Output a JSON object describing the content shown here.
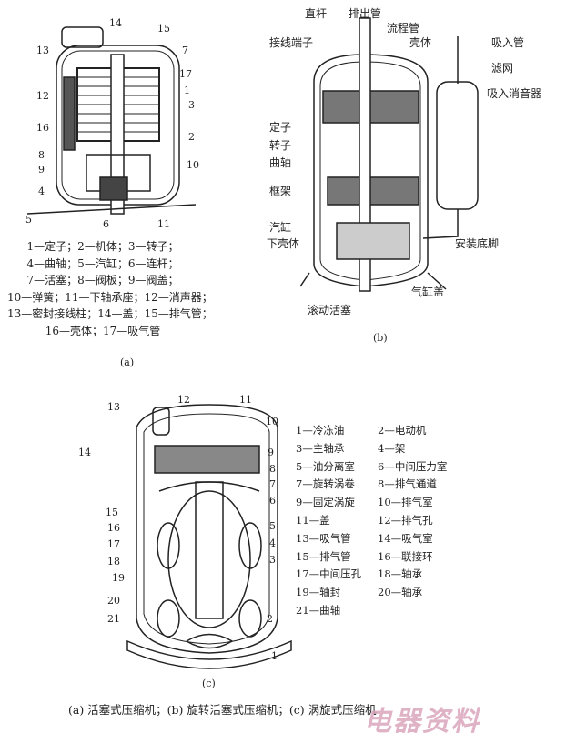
{
  "figure_a": {
    "numbers": [
      "14",
      "13",
      "15",
      "7",
      "17",
      "1",
      "3",
      "12",
      "16",
      "2",
      "8",
      "9",
      "10",
      "4",
      "5",
      "6",
      "11"
    ],
    "legend": [
      "1—定子；2—机体；3—转子；",
      "4—曲轴；5—汽缸；6—连杆；",
      "7—活塞；8—阀板；9—阀盖；",
      "10—弹簧；11—下轴承座；12—消声器；",
      "13—密封接线柱；14—盖；15—排气管；",
      "16—壳体；17—吸气管"
    ],
    "caption": "(a)"
  },
  "figure_b": {
    "labels": [
      "直杆",
      "排出管",
      "流程管",
      "接线端子",
      "壳体",
      "吸入管",
      "滤网",
      "吸入消音器",
      "定子",
      "转子",
      "曲轴",
      "框架",
      "汽缸",
      "下壳体",
      "安装底脚",
      "气缸盖",
      "滚动活塞"
    ],
    "caption": "(b)"
  },
  "figure_c": {
    "numbers": [
      "13",
      "12",
      "11",
      "10",
      "14",
      "9",
      "8",
      "7",
      "6",
      "15",
      "16",
      "17",
      "18",
      "5",
      "4",
      "3",
      "19",
      "20",
      "21",
      "2",
      "1"
    ],
    "legend": [
      "1—冷冻油",
      "2—电动机",
      "3—主轴承",
      "4—架",
      "5—油分离室",
      "6—中间压力室",
      "7—旋转涡卷",
      "8—排气通道",
      "9—固定涡旋",
      "10—排气室",
      "11—盖",
      "12—排气孔",
      "13—吸气管",
      "14—吸气室",
      "15—排气管",
      "16—联接环",
      "17—中间压孔",
      "18—轴承",
      "19—轴封",
      "20—轴承",
      "21—曲轴"
    ],
    "caption": "(c)"
  },
  "caption": "(a) 活塞式压缩机；(b) 旋转活塞式压缩机；(c) 涡旋式压缩机",
  "watermark": "电器资料"
}
